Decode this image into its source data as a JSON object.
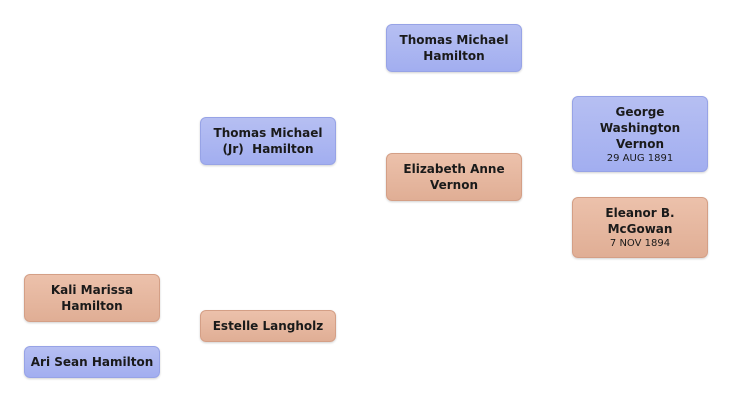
{
  "colors": {
    "male": "#a9b4f0",
    "female": "#e6b7a0"
  },
  "people": {
    "kali": {
      "line1": "Kali Marissa",
      "line2": "Hamilton",
      "gender": "female"
    },
    "ari": {
      "line1": "Ari Sean Hamilton",
      "gender": "male"
    },
    "thomas_jr": {
      "line1": "Thomas Michael",
      "line2": "(Jr)  Hamilton",
      "gender": "male"
    },
    "estelle": {
      "line1": "Estelle Langholz",
      "gender": "female"
    },
    "thomas": {
      "line1": "Thomas Michael",
      "line2": "Hamilton",
      "gender": "male"
    },
    "elizabeth": {
      "line1": "Elizabeth Anne",
      "line2": "Vernon",
      "gender": "female"
    },
    "george": {
      "line1": "George",
      "line2": "Washington",
      "line3": "Vernon",
      "date": "29 AUG 1891",
      "gender": "male"
    },
    "eleanor": {
      "line1": "Eleanor B.",
      "line2": "McGowan",
      "date": "7 NOV 1894",
      "gender": "female"
    }
  }
}
